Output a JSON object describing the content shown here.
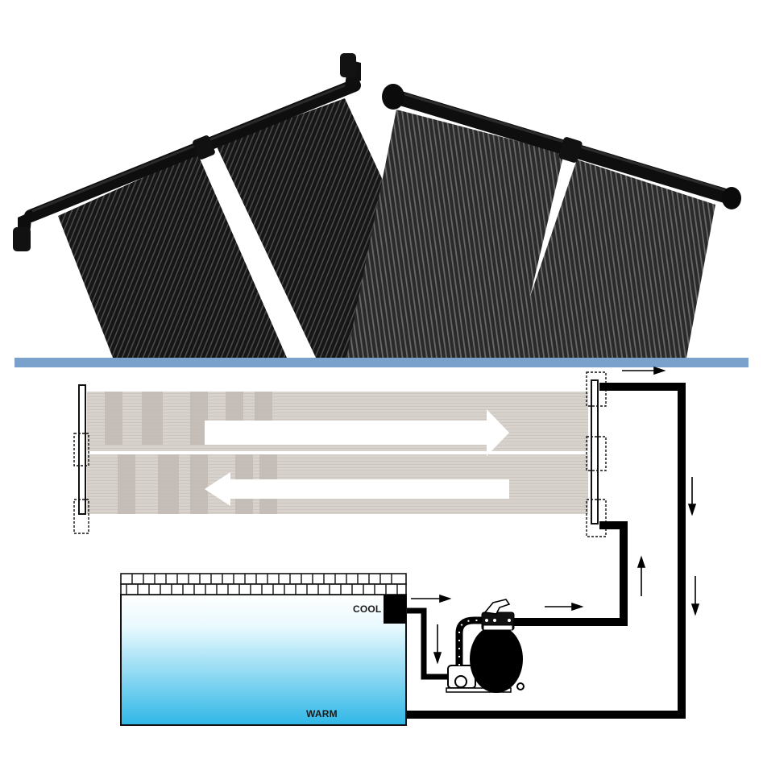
{
  "photo": {
    "description": "Two pairs of black solar pool heater panels with headers",
    "panel_color": "#1c1c1c",
    "tube_color": "#3a3a3a",
    "header_color": "#111111"
  },
  "divider": {
    "color": "#7aa0cc"
  },
  "diagram": {
    "panel_fill": "#d6d0cb",
    "panel_stripe": "#c4bdb7",
    "flow_arrow_top": "right",
    "flow_arrow_bottom": "left",
    "pipe_color": "#000000",
    "pool": {
      "cool_label": "COOL",
      "warm_label": "WARM",
      "water_top_color": "#ffffff",
      "water_bottom_color": "#33bbe8",
      "coping_rows": 2
    },
    "pump_filter": {
      "color": "#000000"
    },
    "direction_arrows": [
      {
        "id": "top-right-out",
        "direction": "right"
      },
      {
        "id": "pool-outlet",
        "direction": "right"
      },
      {
        "id": "to-pump",
        "direction": "down"
      },
      {
        "id": "pump-out",
        "direction": "right"
      },
      {
        "id": "riser-up",
        "direction": "up"
      },
      {
        "id": "return-down-1",
        "direction": "down"
      },
      {
        "id": "return-down-2",
        "direction": "down"
      }
    ]
  }
}
